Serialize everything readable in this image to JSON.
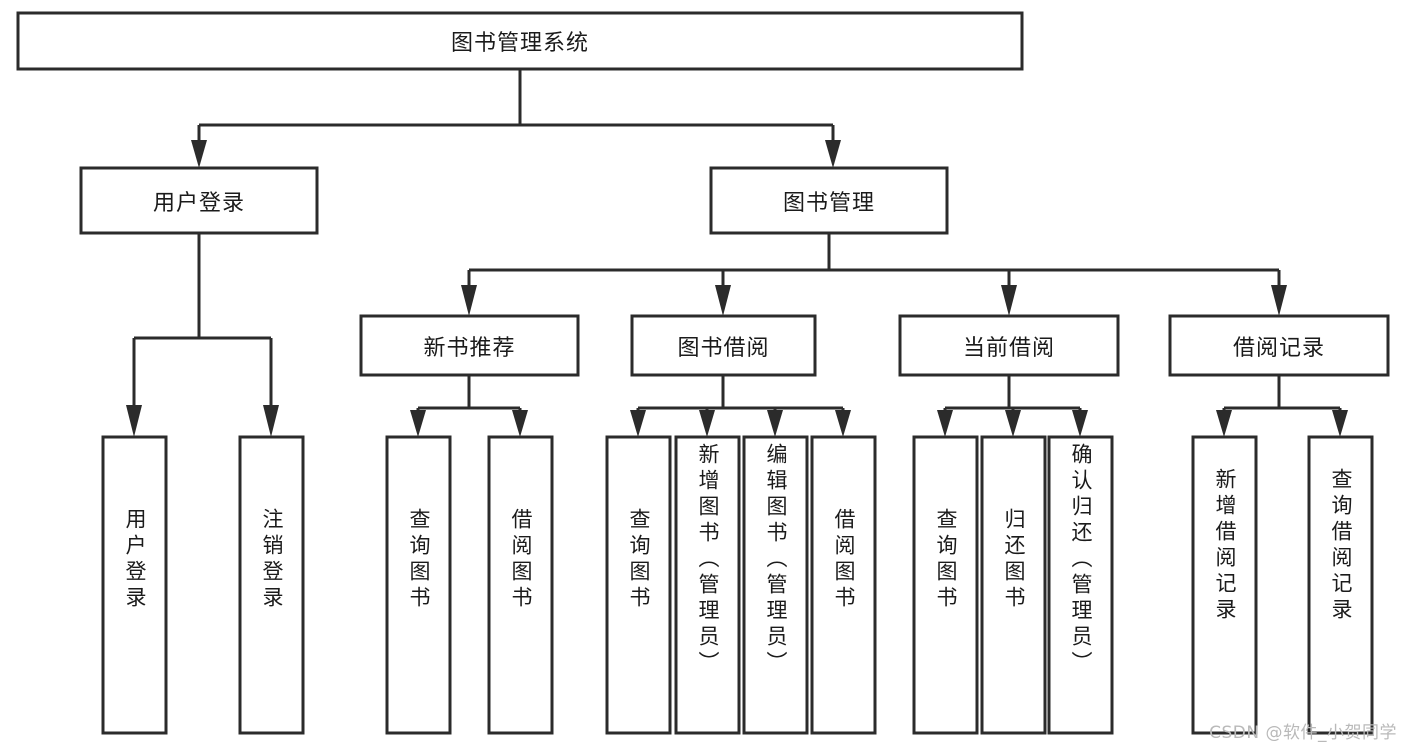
{
  "diagram": {
    "type": "tree-hierarchy-chart",
    "title_text": "图书管理系统",
    "watermark": "CSDN @软件_小贺同学",
    "colors": {
      "background": "#ffffff",
      "box_stroke": "#2b2b2b",
      "box_fill": "#ffffff",
      "text": "#1b1b1b",
      "watermark": "#b9b9b9"
    },
    "levels": {
      "root": {
        "label": "图书管理系统",
        "orientation": "horizontal"
      },
      "level2": [
        {
          "label": "用户登录",
          "orientation": "horizontal"
        },
        {
          "label": "图书管理",
          "orientation": "horizontal"
        }
      ],
      "level3": [
        {
          "label": "新书推荐",
          "orientation": "horizontal"
        },
        {
          "label": "图书借阅",
          "orientation": "horizontal"
        },
        {
          "label": "当前借阅",
          "orientation": "horizontal"
        },
        {
          "label": "借阅记录",
          "orientation": "horizontal"
        }
      ],
      "leaves": {
        "user_login_group": [
          {
            "label": "用户登录",
            "orientation": "vertical"
          },
          {
            "label": "注销登录",
            "orientation": "vertical"
          }
        ],
        "new_book_group": [
          {
            "label": "查询图书",
            "orientation": "vertical"
          },
          {
            "label": "借阅图书",
            "orientation": "vertical"
          }
        ],
        "borrow_book_group": [
          {
            "label": "查询图书",
            "orientation": "vertical"
          },
          {
            "label": "新增图书（管理员）",
            "orientation": "vertical"
          },
          {
            "label": "编辑图书（管理员）",
            "orientation": "vertical"
          },
          {
            "label": "借阅图书",
            "orientation": "vertical"
          }
        ],
        "current_borrow_group": [
          {
            "label": "查询图书",
            "orientation": "vertical"
          },
          {
            "label": "归还图书",
            "orientation": "vertical"
          },
          {
            "label": "确认归还（管理员）",
            "orientation": "vertical"
          }
        ],
        "borrow_record_group": [
          {
            "label": "新增借阅记录",
            "orientation": "vertical"
          },
          {
            "label": "查询借阅记录",
            "orientation": "vertical"
          }
        ]
      }
    }
  }
}
